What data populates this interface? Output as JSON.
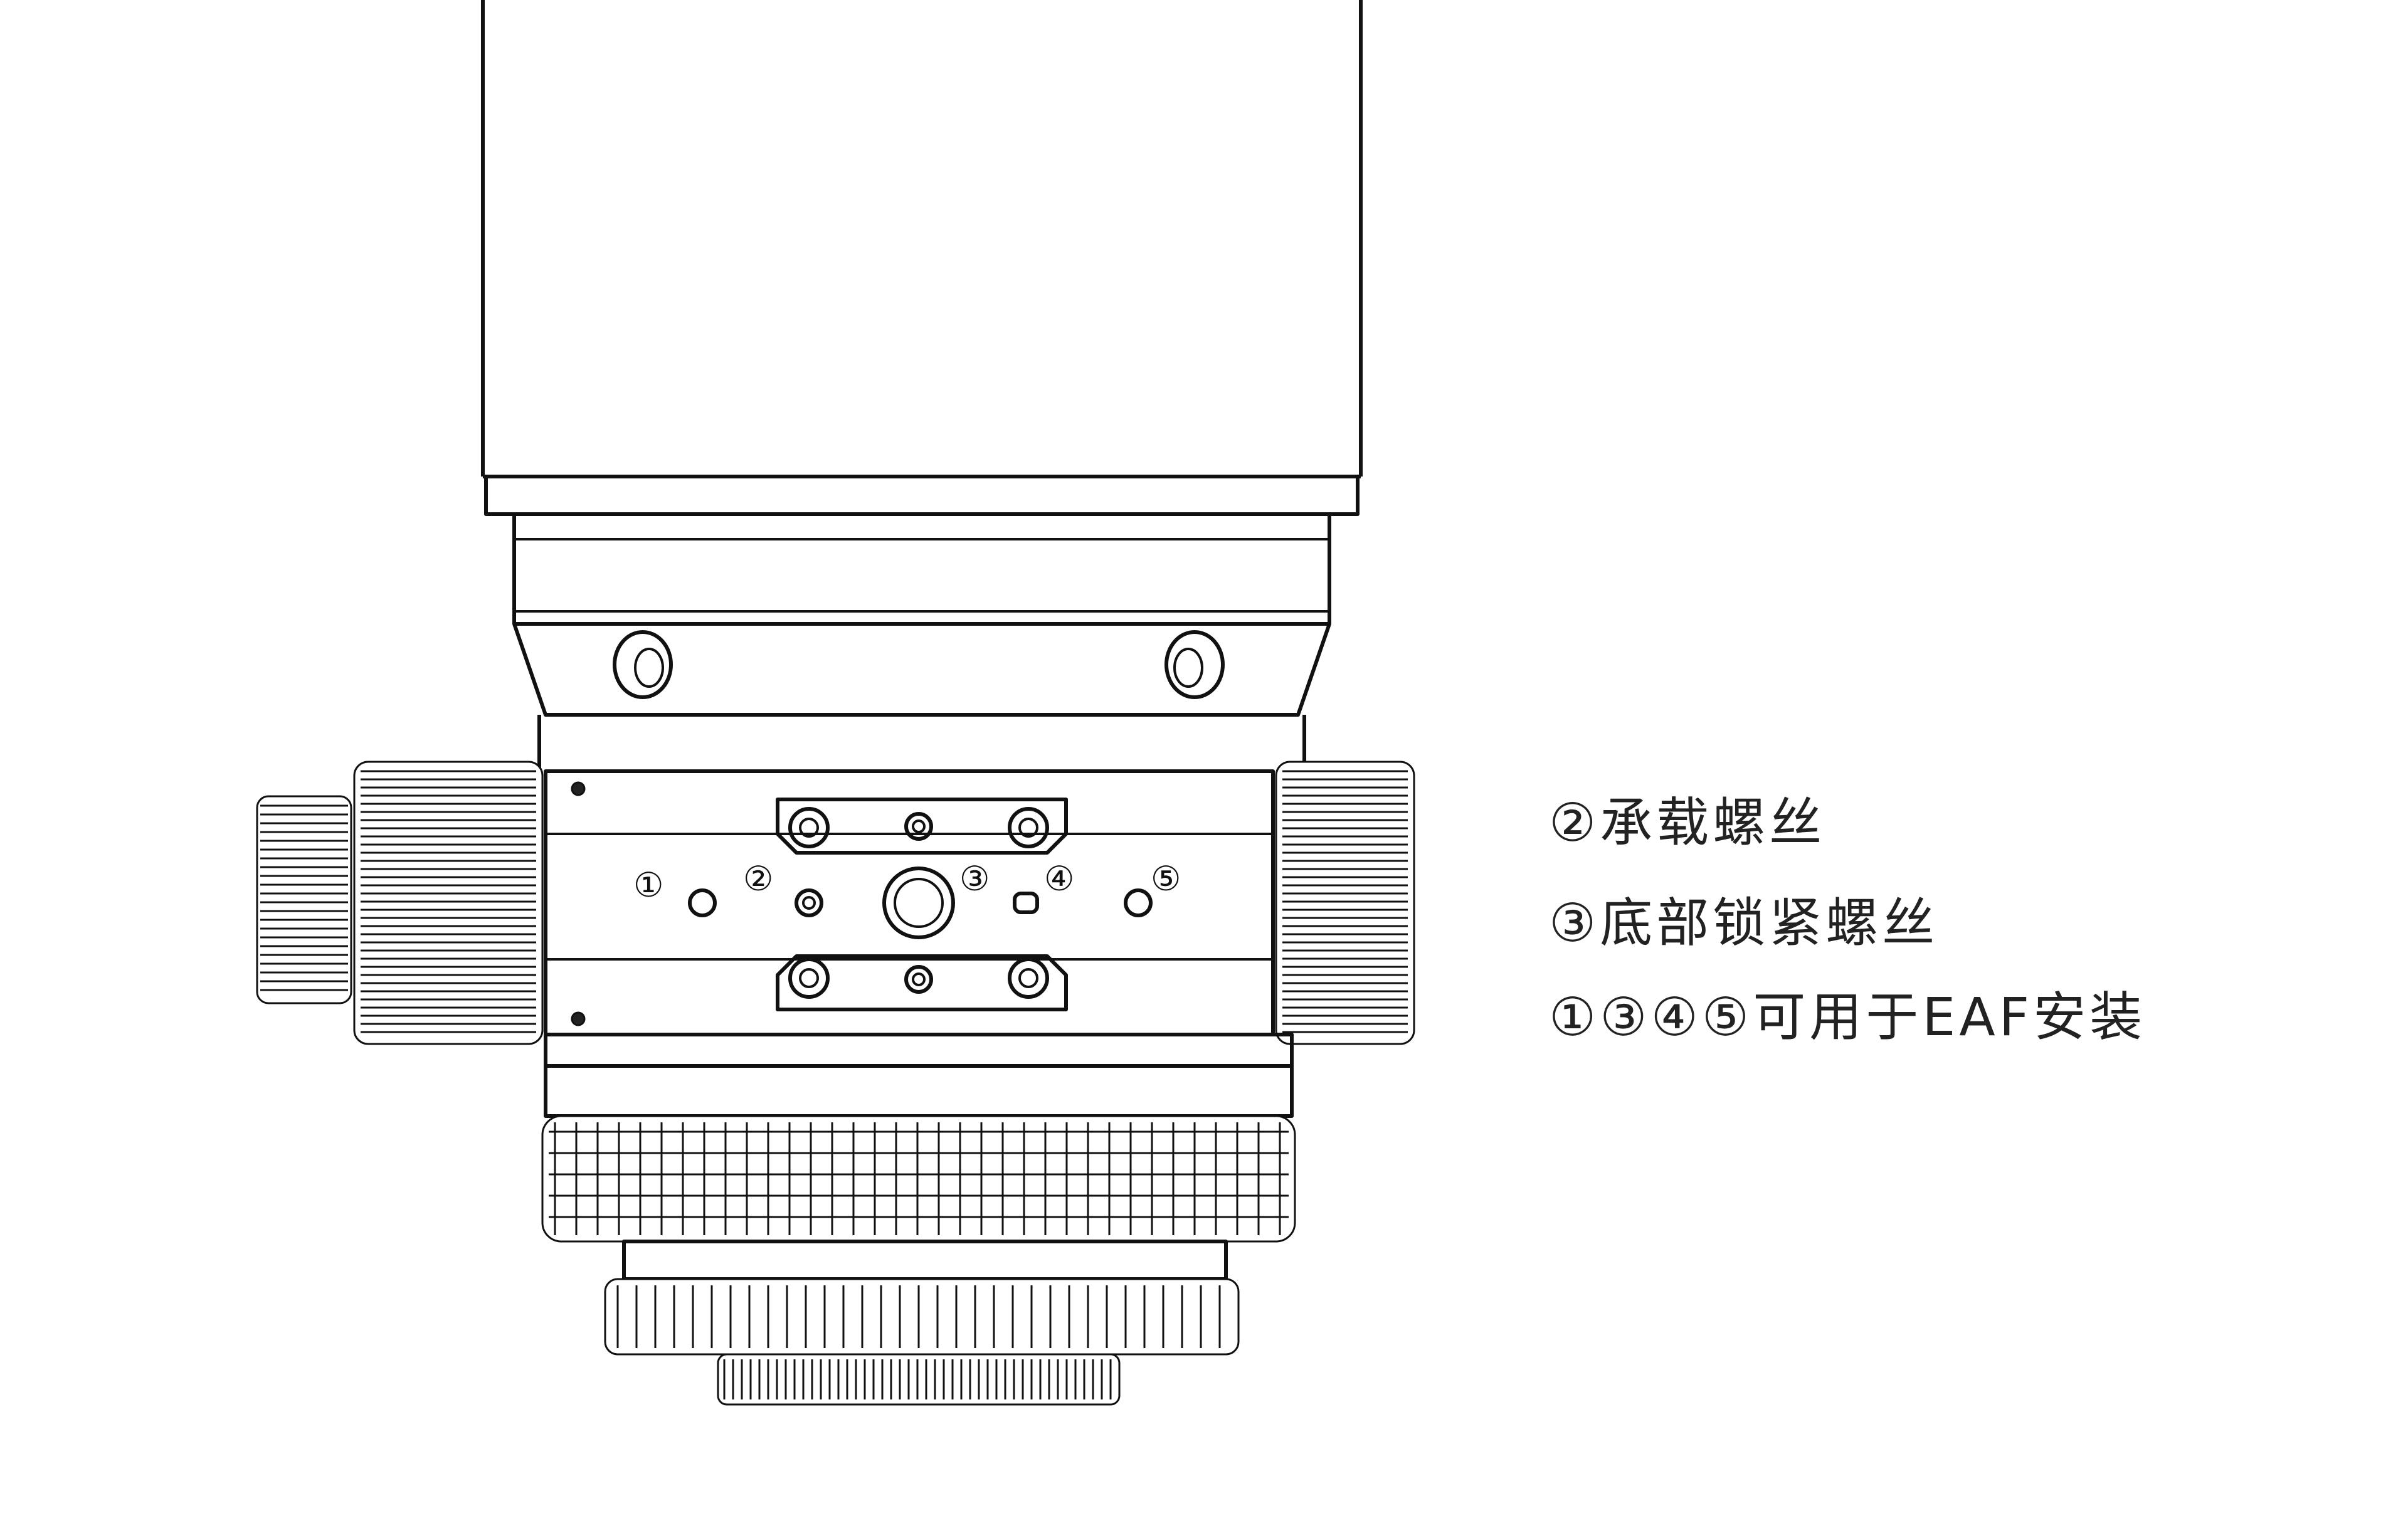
{
  "callouts": [
    "①",
    "②",
    "③",
    "④",
    "⑤"
  ],
  "legend": [
    "②承载螺丝",
    "③底部锁紧螺丝",
    "①③④⑤可用于EAF安装"
  ]
}
